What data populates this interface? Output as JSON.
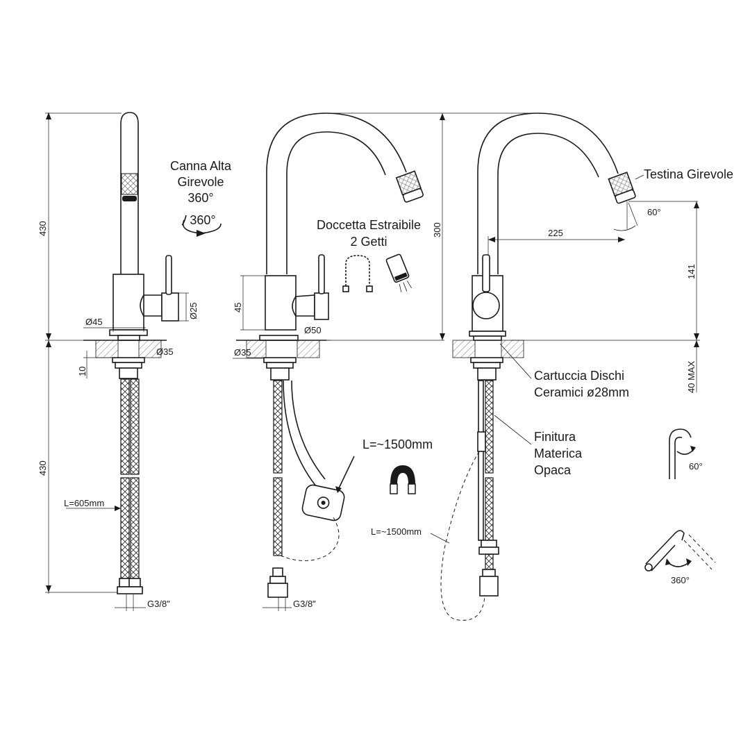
{
  "labels": {
    "canna_line1": "Canna Alta",
    "canna_line2": "Girevole",
    "canna_line3": "360°",
    "rotation_icon": "360°",
    "doccetta_line1": "Doccetta Estraibile",
    "doccetta_line2": "2 Getti",
    "testina": "Testina Girevole",
    "cartuccia_line1": "Cartuccia Dischi",
    "cartuccia_line2": "Ceramici ø28mm",
    "finitura_line1": "Finitura",
    "finitura_line2": "Materica",
    "finitura_line3": "Opaca",
    "hose_length_big": "L=~1500mm",
    "hose_length_small": "L=~1500mm",
    "head_angle_icon": "60°",
    "spout_rotation_icon": "360°"
  },
  "dimensions": {
    "height_upper": "430",
    "height_lower": "430",
    "body_d45": "Ø45",
    "hole_d35_left": "Ø35",
    "hole_d35_mid": "Ø35",
    "lever_d25": "Ø25",
    "thickness_10": "10",
    "hose_length": "L=605mm",
    "thread_left": "G3/8\"",
    "thread_mid": "G3/8\"",
    "body_height_45": "45",
    "body_d50": "Ø50",
    "spout_height_300": "300",
    "reach_225": "225",
    "outlet_height_141": "141",
    "angle_60": "60°",
    "deck_max": "40 MAX"
  },
  "icons": [
    "rotation-arrow-icon",
    "pullout-hose-icon",
    "spray-head-icon",
    "magnet-icon",
    "swivel-head-icon",
    "spout-swivel-icon"
  ]
}
